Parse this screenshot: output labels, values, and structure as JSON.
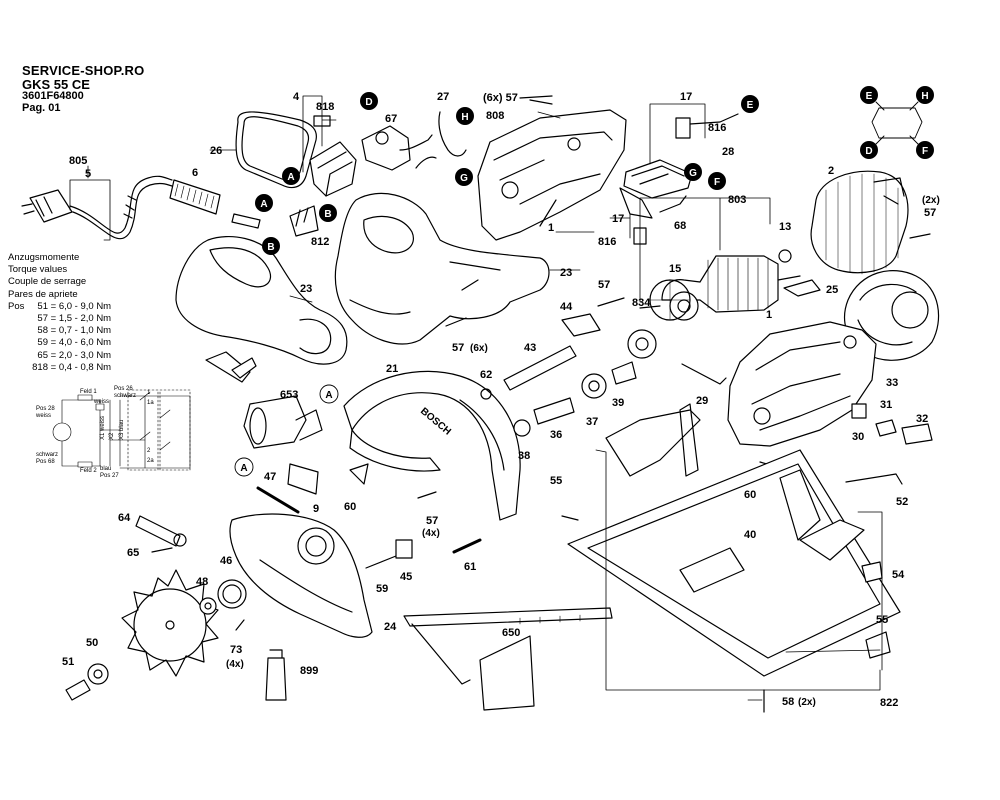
{
  "header": {
    "shop": "SERVICE-SHOP.RO",
    "model": "GKS 55 CE",
    "part_number": "3601F64800",
    "page": "Pag. 01"
  },
  "torque": {
    "titles": [
      "Anzugsmomente",
      "Torque values",
      "Couple de serrage",
      "Pares de apriete"
    ],
    "pos_label": "Pos",
    "rows": [
      {
        "pos": "51",
        "value": "= 6,0 - 9,0 Nm"
      },
      {
        "pos": "57",
        "value": "= 1,5 - 2,0 Nm"
      },
      {
        "pos": "58",
        "value": "= 0,7 - 1,0 Nm"
      },
      {
        "pos": "59",
        "value": "= 4,0 - 6,0 Nm"
      },
      {
        "pos": "65",
        "value": "= 2,0 - 3,0 Nm"
      },
      {
        "pos": "818",
        "value": "= 0,4 - 0,8 Nm"
      }
    ]
  },
  "wiring": {
    "feld1": "Feld 1",
    "feld2": "Feld 2",
    "pos26": "Pos 26",
    "schwarz1": "schwarz",
    "pos28": "Pos 28",
    "weiss1": "weiss",
    "weiss2": "weiss",
    "x1": "X1 weiss",
    "x2": "X2",
    "x3": "X3 blau",
    "schwarz2": "schwarz",
    "pos68": "Pos 68",
    "blau": "blau",
    "pos27": "Pos 27",
    "t1": "1",
    "t1a": "1a",
    "t2": "2",
    "t2a": "2a"
  },
  "callouts": {
    "A": "A",
    "B": "B",
    "D": "D",
    "E": "E",
    "F": "F",
    "G": "G",
    "H": "H"
  },
  "labels": {
    "p4": "4",
    "p818": "818",
    "p67": "67",
    "p27": "27",
    "p6x57": "(6x) 57",
    "p808": "808",
    "p17a": "17",
    "p816a": "816",
    "p28": "28",
    "p2": "2",
    "p2x57": "(2x)",
    "p57b": "57",
    "p805": "805",
    "p5": "5",
    "p6": "6",
    "p26": "26",
    "p812": "812",
    "p1a": "1",
    "p17b": "17",
    "p816b": "816",
    "p68": "68",
    "p803": "803",
    "p13": "13",
    "p15": "15",
    "p23a": "23",
    "p23b": "23",
    "p57c": "57",
    "p834": "834",
    "p25": "25",
    "p44": "44",
    "p57d": "57",
    "p6x": "(6x)",
    "p43": "43",
    "p1b": "1",
    "p33": "33",
    "p653": "653",
    "p21": "21",
    "p62": "62",
    "p29": "29",
    "p39": "39",
    "p31": "31",
    "p32": "32",
    "p30": "30",
    "p37": "37",
    "p36": "36",
    "p38": "38",
    "p47": "47",
    "p9": "9",
    "p60a": "60",
    "p60b": "60",
    "p52": "52",
    "p55a": "55",
    "p64": "64",
    "p57e": "57",
    "p4x": "(4x)",
    "p40": "40",
    "p65": "65",
    "p46": "46",
    "p45": "45",
    "p59": "59",
    "p61": "61",
    "p54": "54",
    "p48": "48",
    "p24": "24",
    "p55b": "55",
    "p50": "50",
    "p73": "73",
    "p4xb": "(4x)",
    "p650": "650",
    "p51": "51",
    "p899": "899",
    "p58": "58",
    "p2xb": "(2x)",
    "p822": "822"
  },
  "guard_text": "BOSCH"
}
